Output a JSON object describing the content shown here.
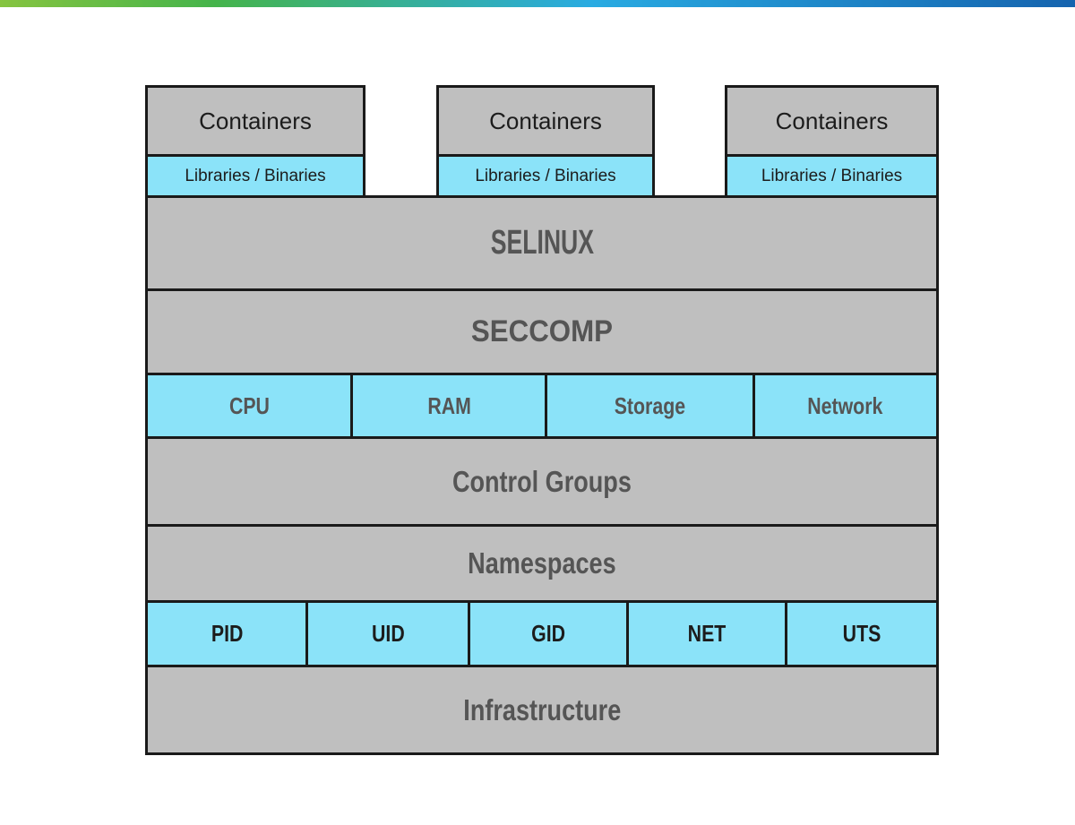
{
  "page": {
    "background": "#ffffff",
    "gradient_bar_colors": [
      "#86C440",
      "#29ABE2",
      "#1563AE"
    ]
  },
  "colors": {
    "layer_gray": "#BFBFBF",
    "cell_cyan": "#8BE3F9",
    "border_black": "#1A1A1A",
    "label_dark_gray": "#555555",
    "label_black": "#1C1C1C"
  },
  "diagram": {
    "stacks": [
      {
        "title": "Containers",
        "subtitle": "Libraries / Binaries"
      },
      {
        "title": "Containers",
        "subtitle": "Libraries / Binaries"
      },
      {
        "title": "Containers",
        "subtitle": "Libraries / Binaries"
      }
    ],
    "selinux": "SELINUX",
    "seccomp": "SECCOMP",
    "resources": [
      "CPU",
      "RAM",
      "Storage",
      "Network"
    ],
    "control_groups": "Control Groups",
    "namespaces": "Namespaces",
    "ns_types": [
      "PID",
      "UID",
      "GID",
      "NET",
      "UTS"
    ],
    "infrastructure": "Infrastructure"
  }
}
